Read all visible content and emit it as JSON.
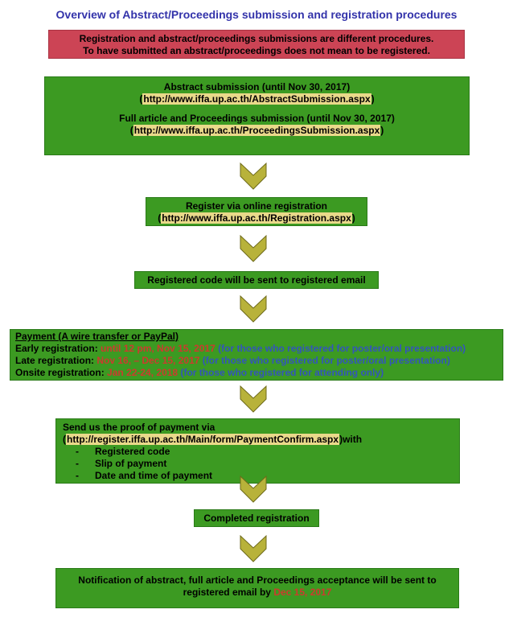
{
  "title": "Overview of Abstract/Proceedings submission and registration procedures",
  "note": {
    "line1": "Registration and abstract/proceedings submissions are different procedures.",
    "line2": "To have submitted an abstract/proceedings does not mean to be registered."
  },
  "submission": {
    "abstract_label": "Abstract submission (until Nov 30, 2017)",
    "abstract_url": "http://www.iffa.up.ac.th/AbstractSubmission.aspx",
    "full_label": "Full article and Proceedings submission (until Nov 30, 2017)",
    "full_url": "http://www.iffa.up.ac.th/ProceedingsSubmission.aspx"
  },
  "register": {
    "label": "Register via online registration",
    "url": "http://www.iffa.up.ac.th/Registration.aspx"
  },
  "code": {
    "label": "Registered code will be sent to registered email"
  },
  "payment": {
    "heading": "Payment (A wire transfer or PayPal)",
    "early_label": "Early registration:",
    "early_date": "until 12 pm, Nov 15, 2017",
    "early_note": "(for those who registered for poster/oral presentation)",
    "late_label": "Late registration:",
    "late_date": "Nov 16, – Dec 15, 2017",
    "late_note": "(for those who registered for poster/oral presentation)",
    "onsite_label": "Onsite registration:",
    "onsite_date": "Jan 22-24, 2018",
    "onsite_note": "(for those who registered for attending only)"
  },
  "proof": {
    "label": "Send us the proof of payment via",
    "url": "http://register.iffa.up.ac.th/Main/form/PaymentConfirm.aspx",
    "with": "with",
    "bullet": "-",
    "items": [
      "Registered code",
      "Slip of payment",
      "Date and time of payment"
    ]
  },
  "completed": {
    "label": "Completed registration"
  },
  "notification": {
    "line1": "Notification of abstract, full article and Proceedings acceptance will be sent to",
    "line2": "registered email by",
    "date": "Dec 15, 2017"
  },
  "colors": {
    "box_green": "#3c9a22",
    "note_red": "#cc4455",
    "link_highlight": "#e9d98a",
    "arrow_olive": "#b8b23a",
    "date_red": "#cc3b2e",
    "note_blue": "#3355bb"
  }
}
